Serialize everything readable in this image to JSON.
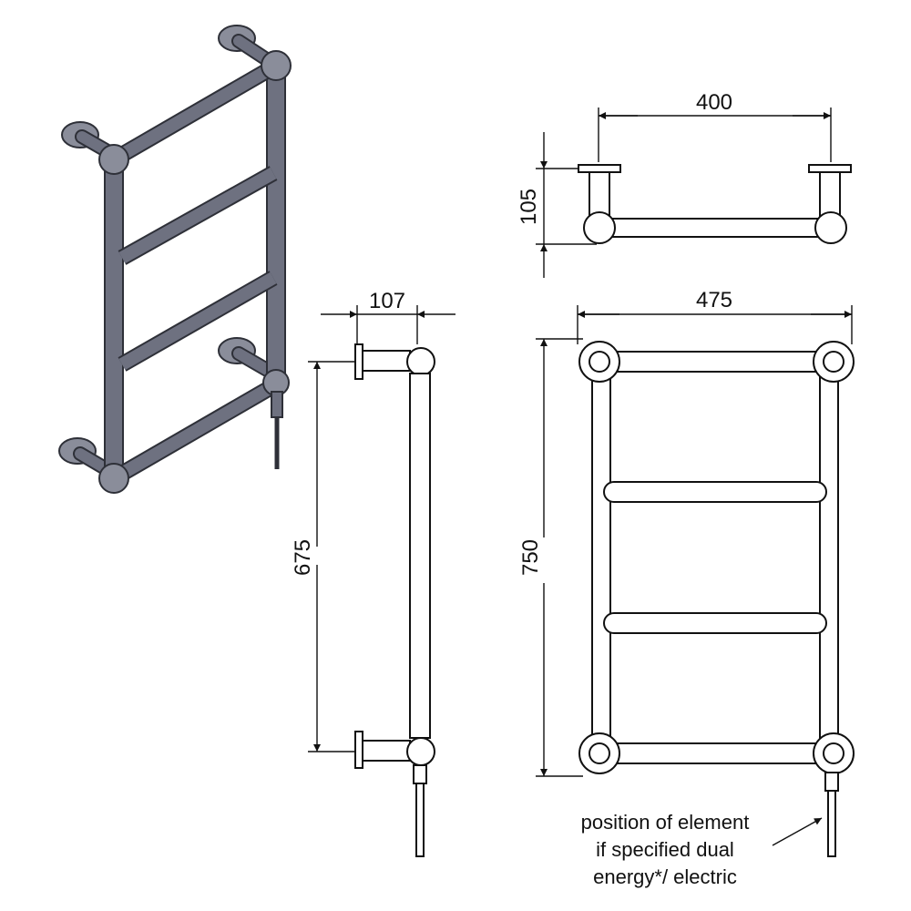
{
  "dimensions": {
    "top_width": "400",
    "top_depth": "105",
    "side_depth": "107",
    "side_height": "675",
    "front_width": "475",
    "front_height": "750"
  },
  "note": {
    "line1": "position of element",
    "line2": "if specified dual",
    "line3": "energy*/ electric"
  },
  "colors": {
    "rail_fill": "#6e7180",
    "rail_stroke": "#2e3038",
    "line": "#111111"
  }
}
